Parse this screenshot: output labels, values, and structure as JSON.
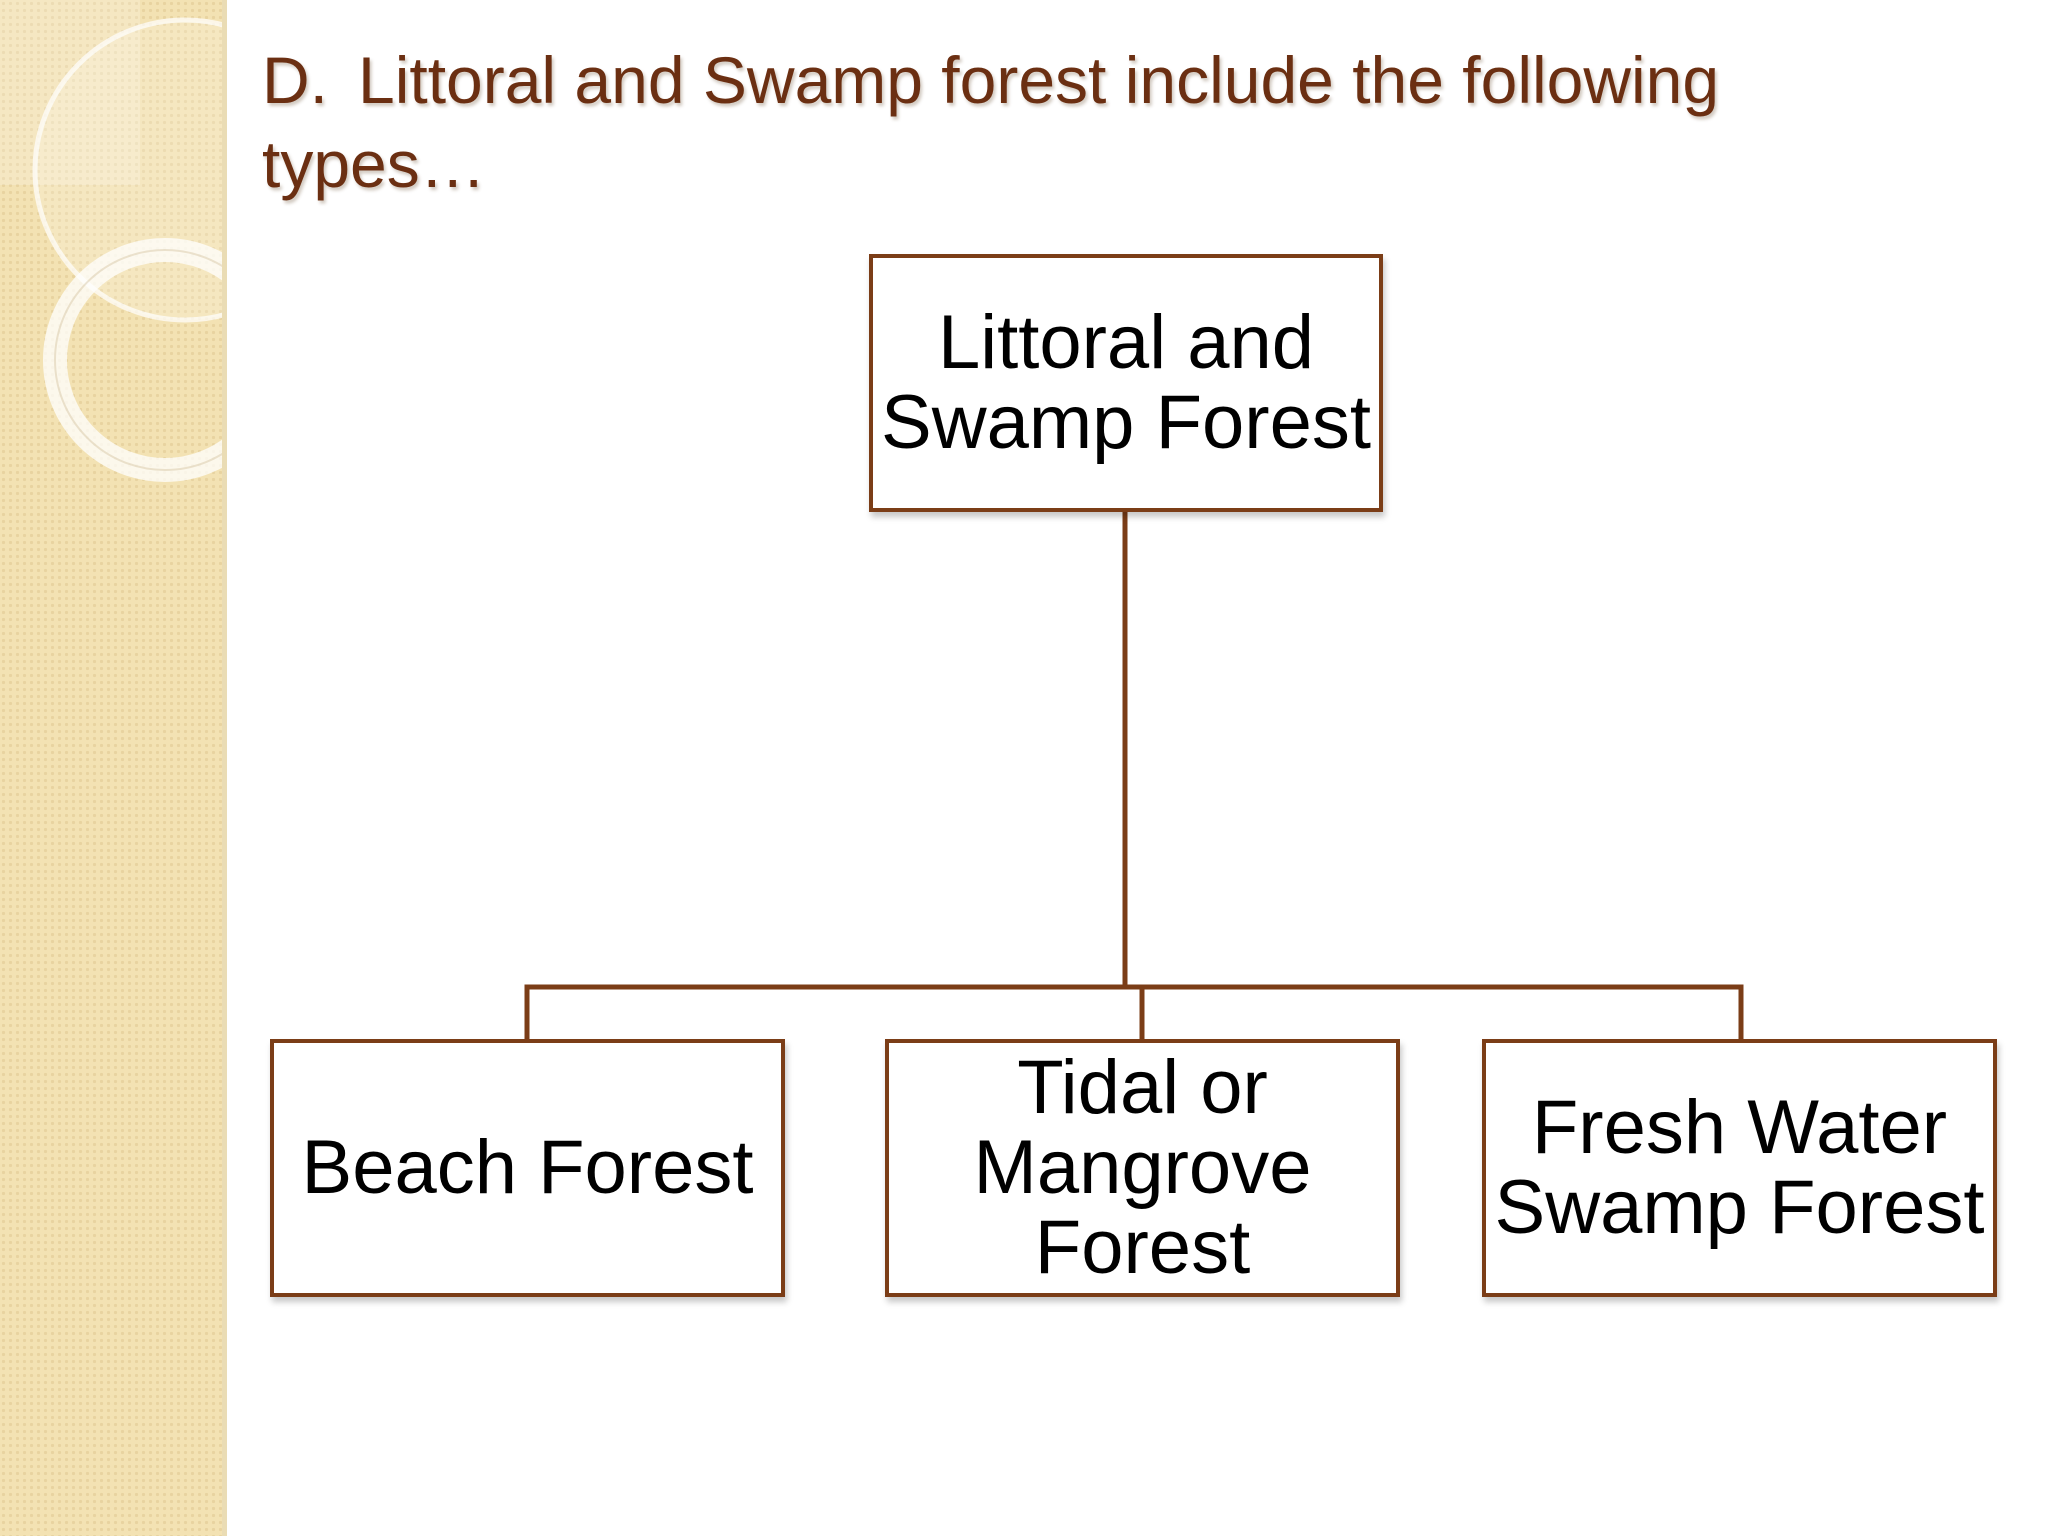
{
  "slide": {
    "title_marker": "D.",
    "title_text": "Littoral and Swamp forest include the following types…"
  },
  "diagram": {
    "root": {
      "lines": [
        "Littoral and",
        "Swamp Forest"
      ]
    },
    "children": [
      {
        "lines": [
          "Beach Forest"
        ]
      },
      {
        "lines": [
          "Tidal or",
          "Mangrove",
          "Forest"
        ]
      },
      {
        "lines": [
          "Fresh Water",
          "Swamp Forest"
        ]
      }
    ]
  },
  "colors": {
    "title": "#6b2f12",
    "node_border": "#7b3d17",
    "connector": "#7b3d17",
    "sidebar": "#f3e2b3"
  }
}
